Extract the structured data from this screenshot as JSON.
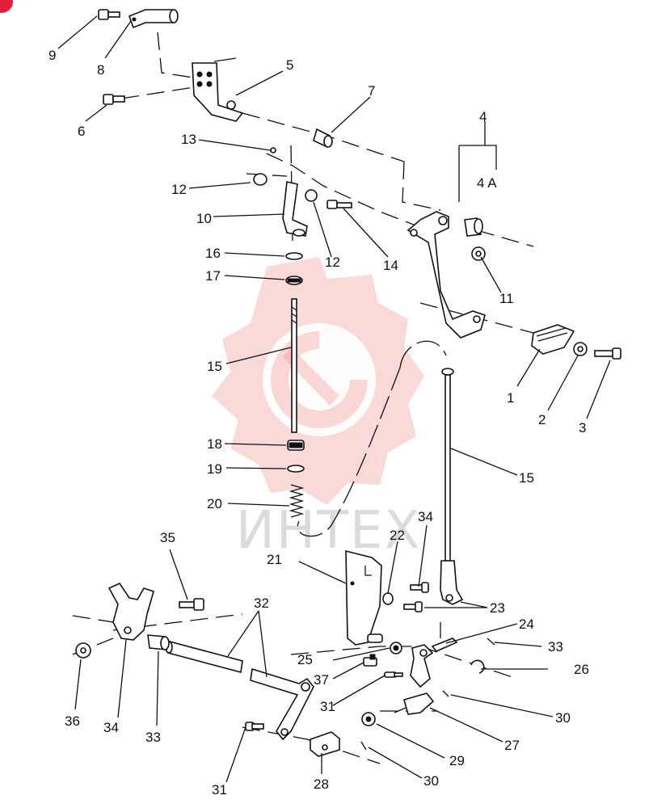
{
  "watermark": {
    "text": "ИНТЕХ",
    "logo": "gear-wrench-logo"
  },
  "corner_badge": {
    "color": "#e0203a"
  },
  "callouts": {
    "n1": "1",
    "n2": "2",
    "n3": "3",
    "n4": "4",
    "n4a": "4 A",
    "n5": "5",
    "n6": "6",
    "n7": "7",
    "n8": "8",
    "n9": "9",
    "n10": "10",
    "n11": "11",
    "n12a": "12",
    "n12b": "12",
    "n13": "13",
    "n14": "14",
    "n15a": "15",
    "n15b": "15",
    "n16": "16",
    "n17": "17",
    "n18": "18",
    "n19": "19",
    "n20": "20",
    "n21": "21",
    "n22": "22",
    "n23": "23",
    "n24": "24",
    "n25": "25",
    "n26": "26",
    "n27": "27",
    "n28": "28",
    "n29": "29",
    "n30a": "30",
    "n30b": "30",
    "n31a": "31",
    "n31b": "31",
    "n32": "32",
    "n33a": "33",
    "n33b": "33",
    "n34a": "34",
    "n34b": "34",
    "n35": "35",
    "n36": "36",
    "n37": "37"
  }
}
